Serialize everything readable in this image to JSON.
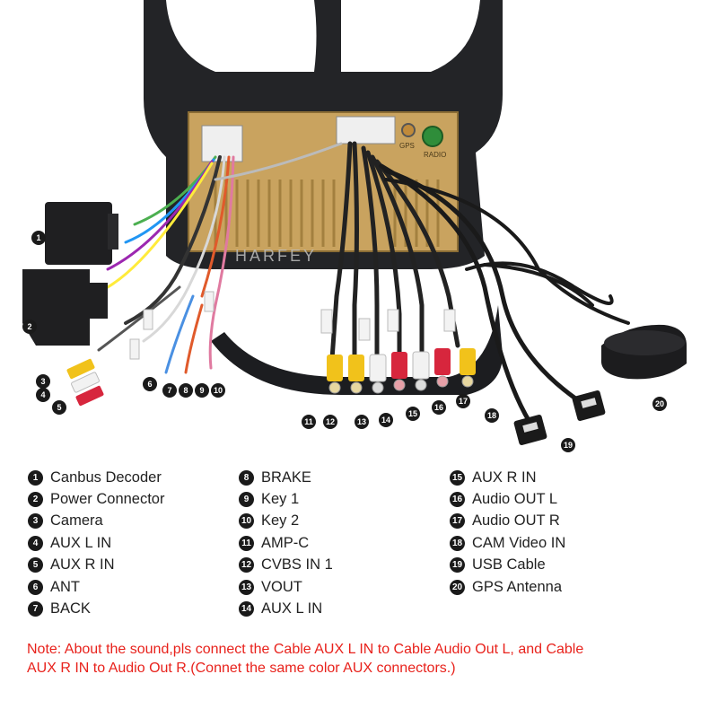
{
  "photo": {
    "brand": "HARFEY",
    "panel_labels": [
      "GPS",
      "RADIO"
    ]
  },
  "legend": {
    "columns": [
      [
        {
          "n": "1",
          "label": "Canbus Decoder"
        },
        {
          "n": "2",
          "label": "Power Connector"
        },
        {
          "n": "3",
          "label": "Camera"
        },
        {
          "n": "4",
          "label": "AUX L IN"
        },
        {
          "n": "5",
          "label": "AUX R IN"
        },
        {
          "n": "6",
          "label": "ANT"
        },
        {
          "n": "7",
          "label": "BACK"
        }
      ],
      [
        {
          "n": "8",
          "label": "BRAKE"
        },
        {
          "n": "9",
          "label": "Key 1"
        },
        {
          "n": "10",
          "label": "Key 2"
        },
        {
          "n": "11",
          "label": "AMP-C"
        },
        {
          "n": "12",
          "label": "CVBS IN 1"
        },
        {
          "n": "13",
          "label": "VOUT"
        },
        {
          "n": "14",
          "label": "AUX L IN"
        }
      ],
      [
        {
          "n": "15",
          "label": "AUX R IN"
        },
        {
          "n": "16",
          "label": "Audio OUT L"
        },
        {
          "n": "17",
          "label": "Audio OUT R"
        },
        {
          "n": "18",
          "label": "CAM Video IN"
        },
        {
          "n": "19",
          "label": "USB Cable"
        },
        {
          "n": "20",
          "label": "GPS Antenna"
        }
      ]
    ]
  },
  "note": {
    "line1": "Note: About the sound,pls connect the Cable AUX L IN to Cable Audio Out L, and Cable",
    "line2": "AUX R IN to  Audio Out R.(Connet the same color AUX connectors.)"
  },
  "colors": {
    "frame": "#222326",
    "unit_back": "#c9a35f",
    "note_red": "#e8221c",
    "rca_yellow": "#f1c21b",
    "rca_red": "#d7263d",
    "rca_white": "#f2f2f2"
  }
}
